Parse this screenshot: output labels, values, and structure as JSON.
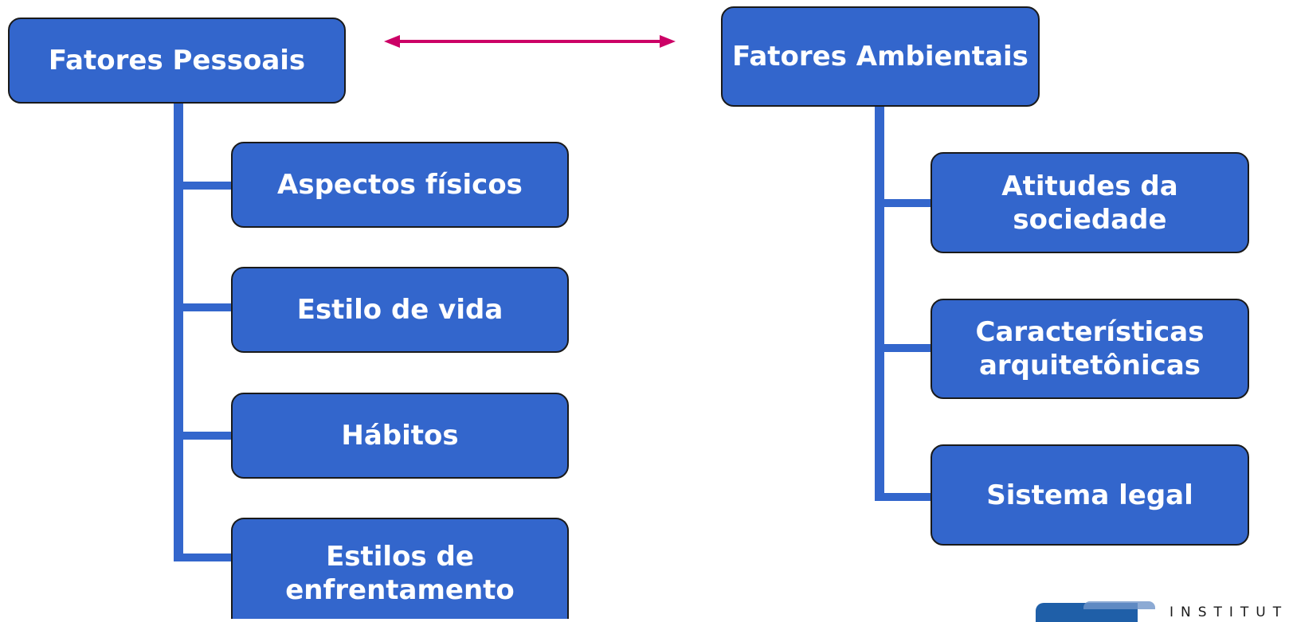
{
  "left": {
    "root": "Fatores Pessoais",
    "children": [
      "Aspectos físicos",
      "Estilo de vida",
      "Hábitos",
      "Estilos de\nenfrentamento"
    ]
  },
  "right": {
    "root": "Fatores Ambientais",
    "children": [
      "Atitudes da\nsociedade",
      "Características\narquitetônicas",
      "Sistema legal"
    ]
  },
  "logo": {
    "text": "INSTITUTO"
  },
  "colors": {
    "box": "#3366cc",
    "arrow": "#cc0066",
    "border": "#1a1a1a"
  }
}
